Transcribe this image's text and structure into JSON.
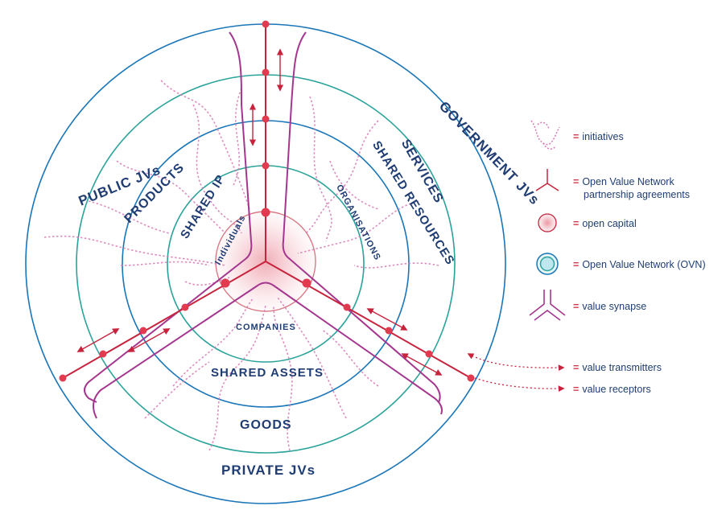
{
  "colors": {
    "navy": "#1f3d73",
    "blue_ring": "#1a76b8",
    "teal_ring": "#2aa39a",
    "magenta": "#a5368f",
    "red": "#c8233d",
    "node": "#e23a4f",
    "pink_dotted": "#d77ab5"
  },
  "rings": {
    "outer": [
      "PUBLIC JVs",
      "GOVERNMENT JVs",
      "PRIVATE JVs"
    ],
    "second": [
      "PRODUCTS",
      "SERVICES",
      "GOODS"
    ],
    "third": [
      "SHARED IP",
      "SHARED RESOURCES",
      "SHARED ASSETS"
    ],
    "inner": [
      "Individuals",
      "ORGANISATIONS",
      "COMPANIES"
    ]
  },
  "legend": {
    "equals": "=",
    "items": [
      {
        "icon": "initiatives-icon",
        "label": "initiatives"
      },
      {
        "icon": "partnership-agreement-icon",
        "label": "Open Value Network",
        "label2": "partnership agreements"
      },
      {
        "icon": "open-capital-icon",
        "label": "open capital"
      },
      {
        "icon": "ovn-icon",
        "label": "Open Value Network (OVN)"
      },
      {
        "icon": "value-synapse-icon",
        "label": "value synapse"
      },
      {
        "icon": "value-transmitter-icon",
        "label": "value transmitters"
      },
      {
        "icon": "value-receptor-icon",
        "label": "value receptors"
      }
    ]
  }
}
